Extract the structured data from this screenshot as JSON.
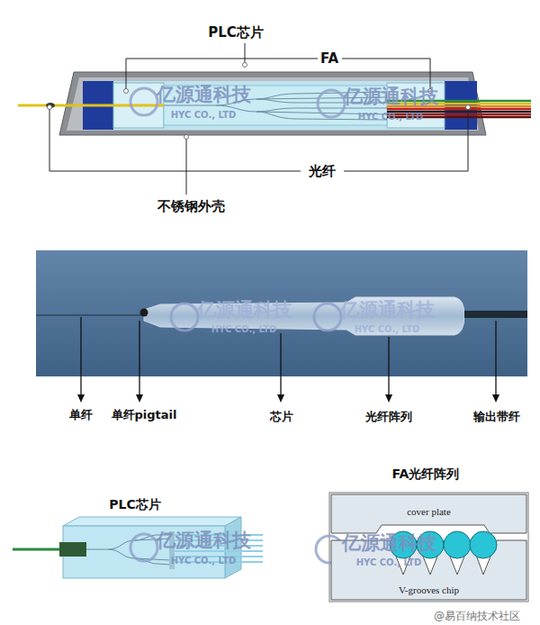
{
  "diagram": {
    "nodes": [
      {
        "text": [
          "cover plate"
        ]
      },
      {
        "text": [
          "V-grooves chip"
        ]
      }
    ],
    "labels": [
      "PLC芯片",
      "FA",
      "光纤",
      "不锈钢外壳",
      "亿源通科技",
      "HYC CO., LTD",
      "亿源通科技",
      "HYC CO., LTD",
      "亿源通科技",
      "HYC CO., LTD",
      "亿源通科技",
      "HYC CO., LTD",
      "单纤",
      "单纤pigtail",
      "芯片",
      "光纤阵列",
      "输出带纤",
      "亿源通科技",
      "HYC CO., LTD",
      "亿源通科技",
      "HYC CO., LTD",
      "PLC芯片",
      "FA光纤阵列",
      "@易百纳技术社区"
    ]
  }
}
